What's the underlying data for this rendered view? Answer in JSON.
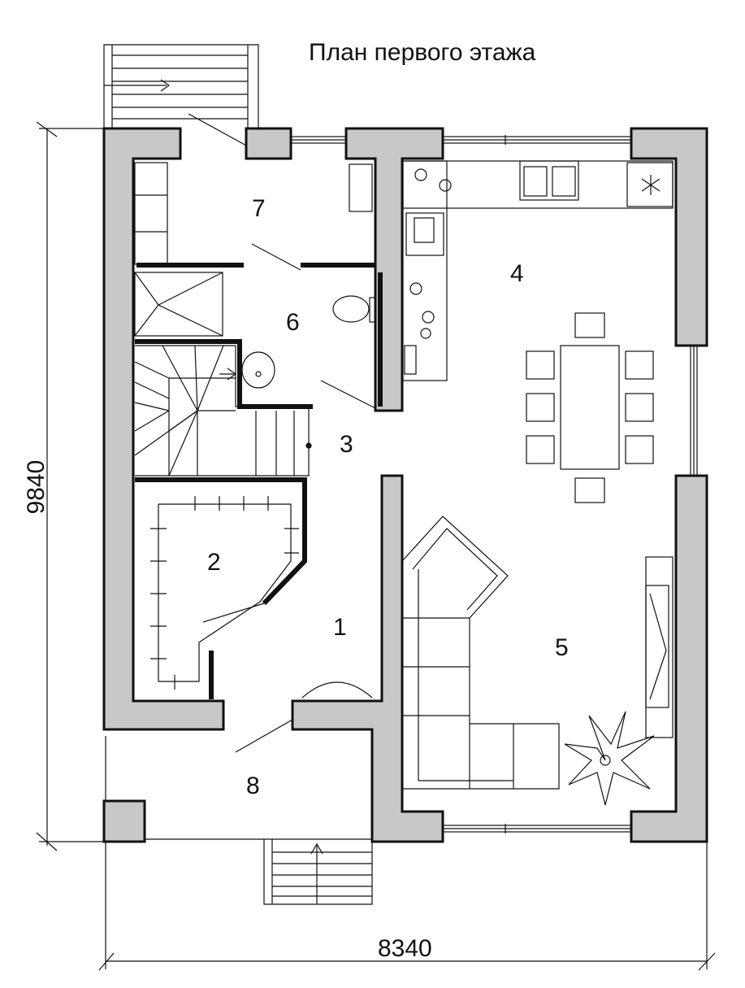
{
  "title": "План первого этажа",
  "dimensions": {
    "height": "9840",
    "width": "8340"
  },
  "rooms": [
    {
      "number": "1"
    },
    {
      "number": "2"
    },
    {
      "number": "3"
    },
    {
      "number": "4"
    },
    {
      "number": "5"
    },
    {
      "number": "6"
    },
    {
      "number": "7"
    },
    {
      "number": "8"
    }
  ],
  "colors": {
    "wall_fill": "#c8c8c8",
    "line": "#111111",
    "background": "#ffffff"
  }
}
